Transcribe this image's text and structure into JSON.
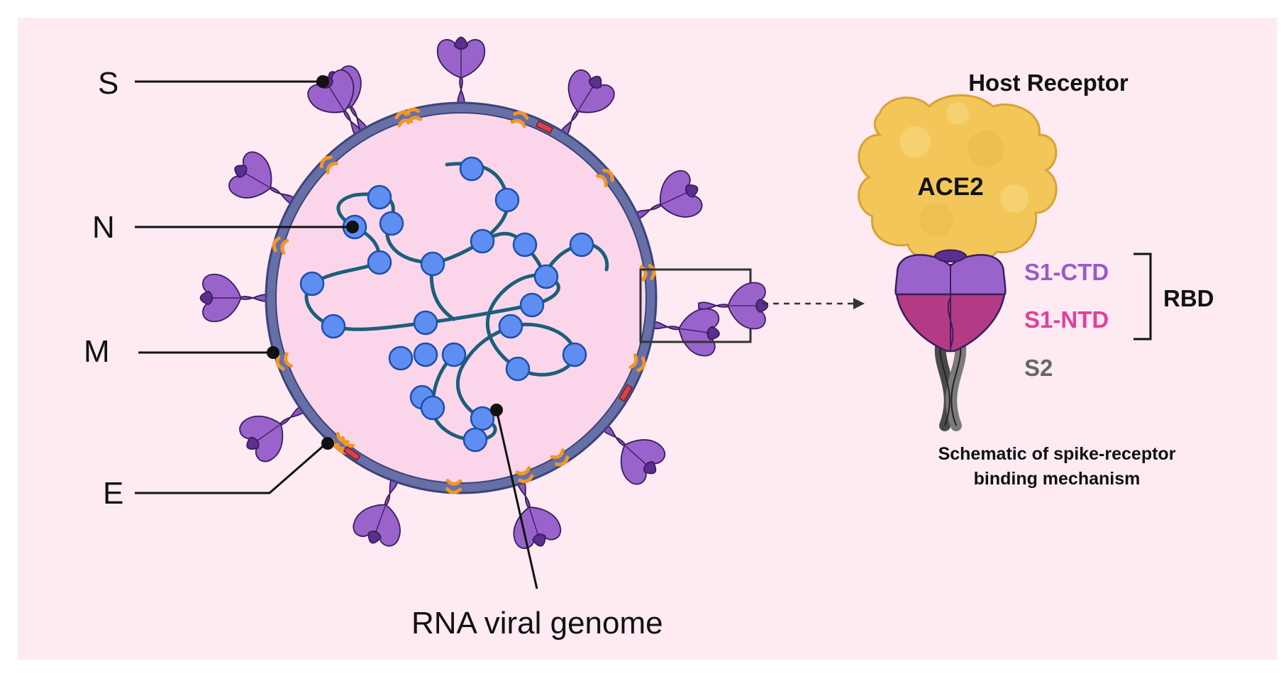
{
  "virus_labels": {
    "spike": "S",
    "nucleocapsid": "N",
    "membrane": "M",
    "envelope": "E",
    "genome": "RNA viral  genome"
  },
  "receptor": {
    "title": "Host Receptor",
    "ace2": "ACE2",
    "s1_ctd": "S1-CTD",
    "s1_ntd": "S1-NTD",
    "s2": "S2",
    "rbd": "RBD",
    "caption_line1": "Schematic of spike-receptor",
    "caption_line2": "binding mechanism"
  },
  "colors": {
    "background": "#fdeaf3",
    "spike_purple": "#8e57c0",
    "spike_dark": "#5b2f8f",
    "envelope_blue": "#6670a6",
    "protein_orange": "#f2962a",
    "nucleocapsid_blue": "#5e8ef2",
    "rna_teal": "#1d5f7a",
    "ace2_yellow": "#f3c65a",
    "ctd_label": "#9a5bc6",
    "ntd_label": "#e0409a",
    "s2_label": "#666666"
  }
}
